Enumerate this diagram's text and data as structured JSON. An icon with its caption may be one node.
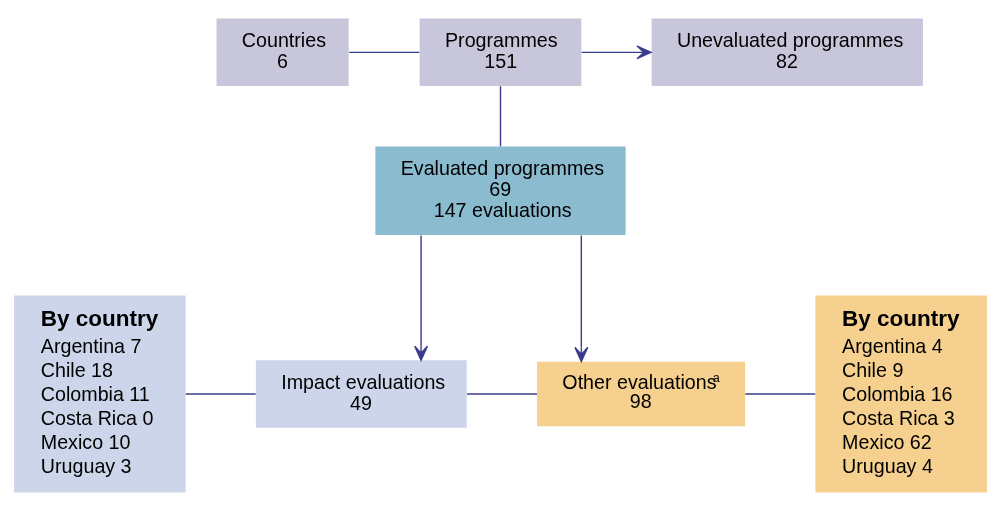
{
  "diagram": {
    "nodes": [
      {
        "text": [
          "Countries",
          "6"
        ]
      },
      {
        "text": [
          "Programmes",
          "151"
        ]
      },
      {
        "text": [
          "Unevaluated programmes",
          "82"
        ]
      },
      {
        "text": [
          "Evaluated programmes",
          "69",
          "147 evaluations"
        ]
      },
      {
        "text": [
          "By country",
          "Argentina 7",
          "Chile 18",
          "Colombia 11",
          "Costa Rica 0",
          "Mexico 10",
          "Uruguay 3"
        ]
      },
      {
        "text": [
          "Impact evaluations",
          "49"
        ]
      },
      {
        "text": [
          "Other evaluations$^{a}$",
          "98"
        ]
      },
      {
        "text": [
          "By country",
          "Argentina 4",
          "Chile 9",
          "Colombia 16",
          "Costa Rica 3",
          "Mexico 62",
          "Uruguay 4"
        ]
      }
    ],
    "edges": [
      {
        "from": 0,
        "to": 1,
        "arrow": "none"
      },
      {
        "from": 1,
        "to": 2,
        "arrow": "to"
      },
      {
        "from": 1,
        "to": 3,
        "arrow": "none"
      },
      {
        "from": 3,
        "to": 5,
        "arrow": "to"
      },
      {
        "from": 3,
        "to": 6,
        "arrow": "to"
      },
      {
        "from": 4,
        "to": 5,
        "arrow": "none"
      },
      {
        "from": 5,
        "to": 6,
        "arrow": "none"
      },
      {
        "from": 6,
        "to": 7,
        "arrow": "none"
      }
    ]
  }
}
